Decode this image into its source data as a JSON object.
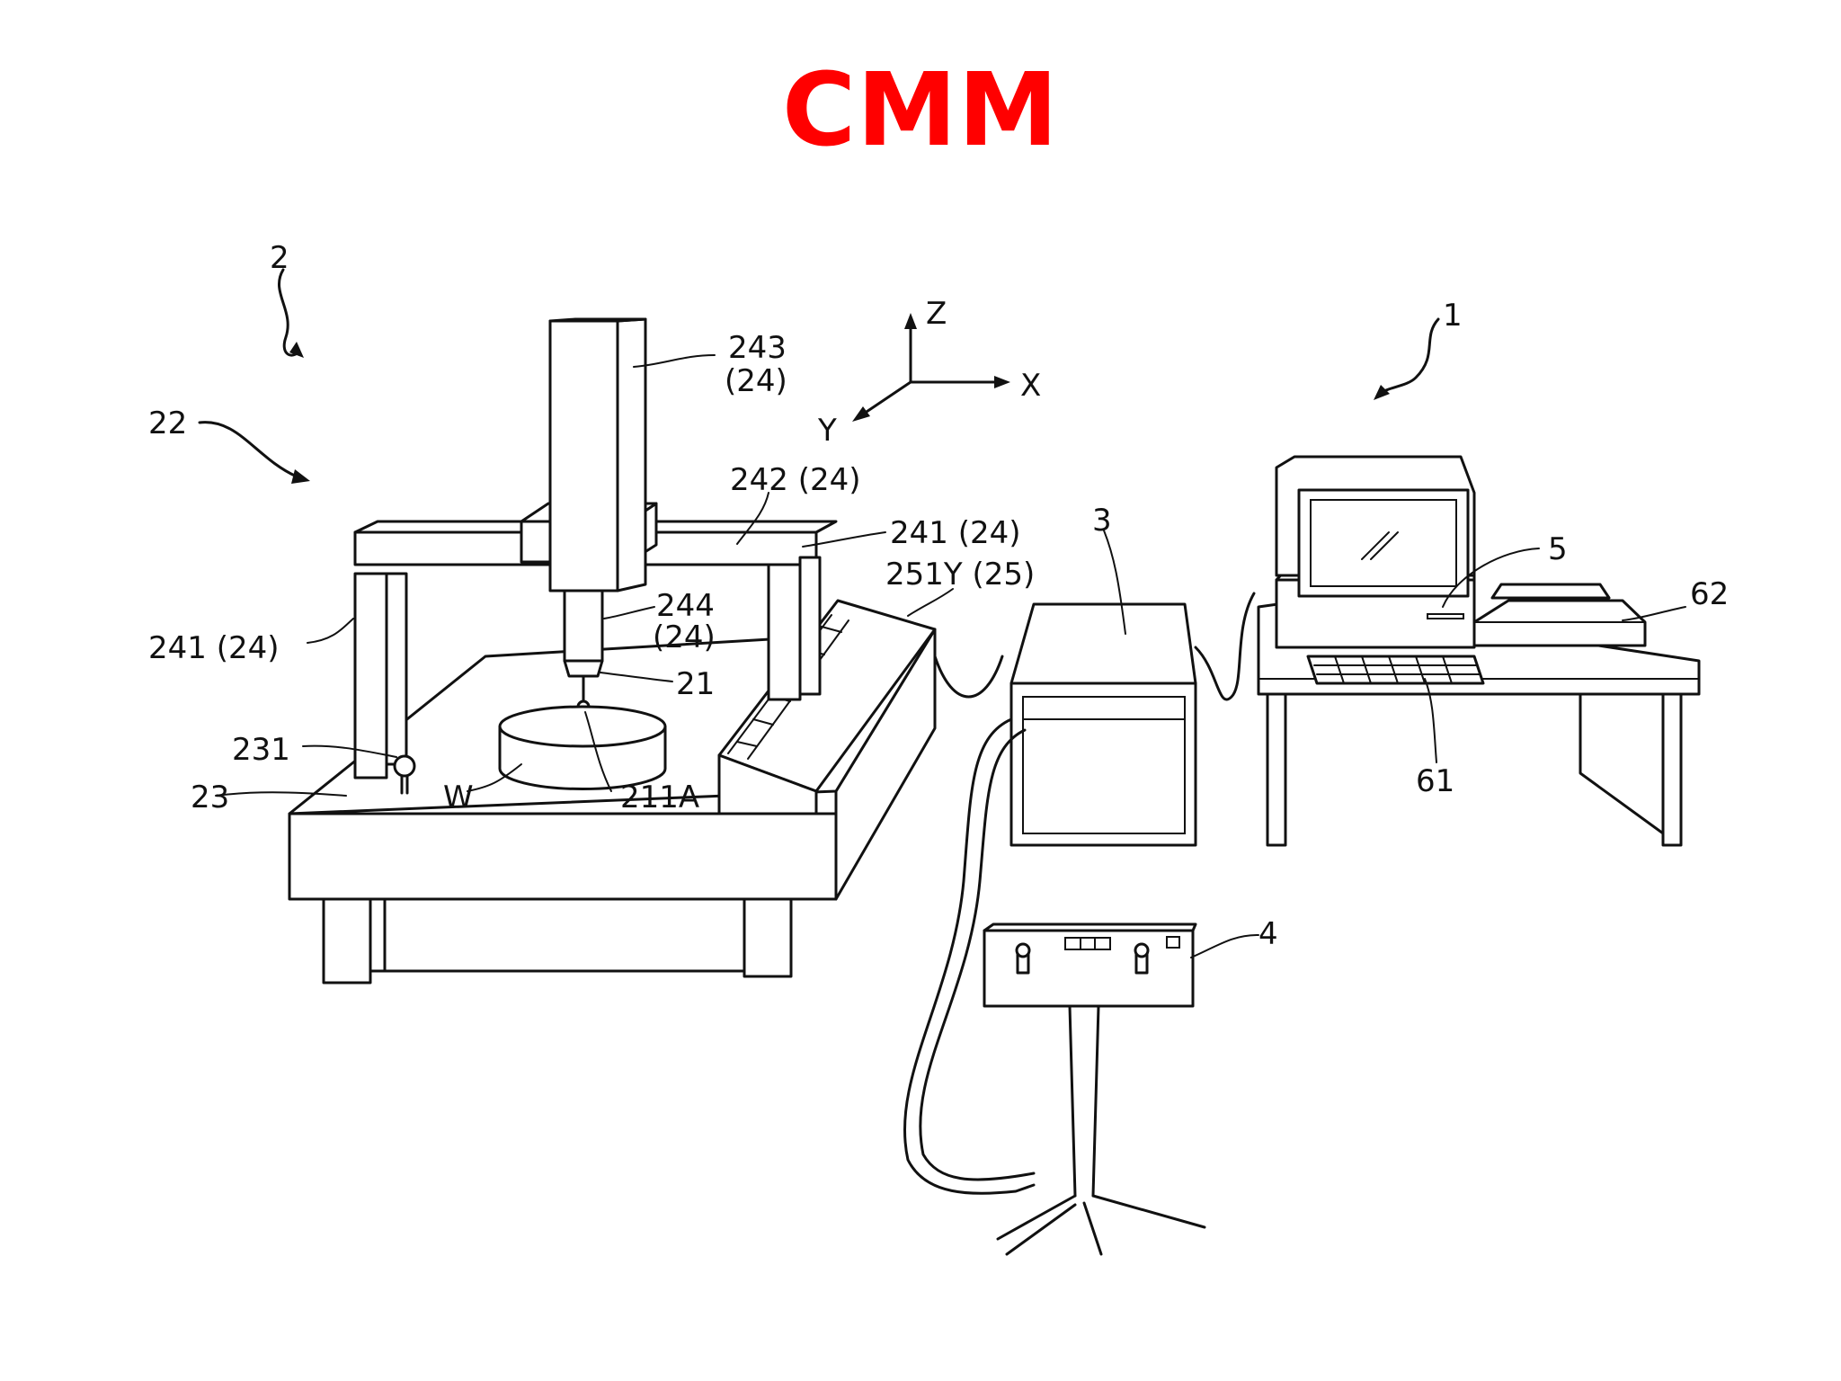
{
  "title": "CMM",
  "colors": {
    "title": "#ff0000",
    "line": "#111111"
  },
  "labels": {
    "l2": "2",
    "l22": "22",
    "l243": "243",
    "l243_sub": "(24)",
    "lZ": "Z",
    "lX": "X",
    "lY": "Y",
    "l1": "1",
    "l242": "242 (24)",
    "l241r": "241 (24)",
    "l3": "3",
    "l251": "251Y (25)",
    "l5": "5",
    "l62": "62",
    "l244": "244",
    "l244_sub": "(24)",
    "l241l": "241 (24)",
    "l21": "21",
    "l231": "231",
    "l23": "23",
    "lW": "W",
    "l211": "211A",
    "l61": "61",
    "l4": "4"
  }
}
